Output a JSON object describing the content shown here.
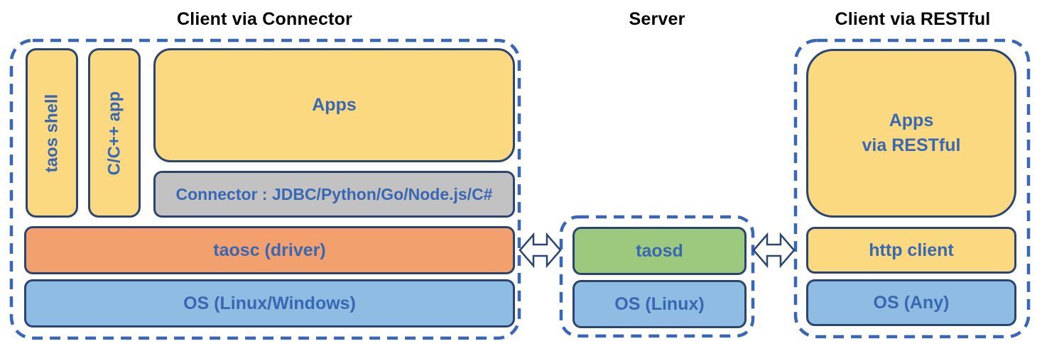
{
  "diagram": {
    "groups": {
      "client_connector": {
        "title": "Client via Connector",
        "boxes": {
          "taos_shell": "taos shell",
          "cpp_app": "C/C++ app",
          "apps": "Apps",
          "connector": "Connector : JDBC/Python/Go/Node.js/C#",
          "taosc": "taosc (driver)",
          "os": "OS (Linux/Windows)"
        }
      },
      "server": {
        "title": "Server",
        "boxes": {
          "taosd": "taosd",
          "os": "OS (Linux)"
        }
      },
      "client_restful": {
        "title": "Client via RESTful",
        "boxes": {
          "apps": "Apps\nvia RESTful",
          "http_client": "http client",
          "os": "OS (Any)"
        }
      }
    },
    "icons": {
      "left_arrow": "double-headed-arrow",
      "right_arrow": "double-headed-arrow"
    },
    "colors": {
      "yellow": "#FBD980",
      "orange": "#F2A06E",
      "blue_box": "#8FBCE2",
      "green": "#9CC97E",
      "gray": "#C2C2C2",
      "navy": "#2B4570",
      "dash_blue": "#3A67B5",
      "label_blue": "#3A67B1",
      "title": "#000000"
    }
  }
}
